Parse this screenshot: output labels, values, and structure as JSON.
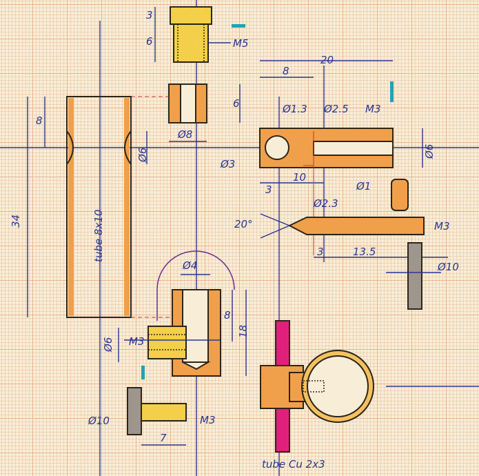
{
  "colors": {
    "paper": "#f8eed8",
    "ink": "#2a3590",
    "orange": "#f0a04a",
    "yellow": "#f4d04a",
    "magenta": "#e0207a",
    "teal": "#1fa3b5",
    "gray": "#9e958c",
    "red": "#d03030"
  },
  "labels": {
    "bolt_head": "3",
    "bolt_shank": "6",
    "bolt_thread": "M5",
    "nut_height": "6",
    "nut_dia": "Ø8",
    "tube_length": "34",
    "tube_notch": "8",
    "tube_inner": "Ø6",
    "tube_name": "tube 8x10",
    "block_length": "20",
    "block_part": "8",
    "hole_1_3": "Ø1.3",
    "hole_2_5": "Ø2.5",
    "block_thread": "M3",
    "block_dia": "Ø6",
    "hole_3": "Ø3",
    "block_3": "3",
    "block_10": "10",
    "hole_1": "Ø1",
    "pin_angle": "20°",
    "pin_dia": "Ø2.3",
    "pin_thread": "M3",
    "pin_3": "3",
    "pin_13_5": "13.5",
    "rod_dia": "Ø10",
    "l_hole": "Ø4",
    "l_8": "8",
    "l_18": "18",
    "l_dia": "Ø6",
    "l_thread": "M3",
    "screw_dia": "Ø10",
    "screw_thread": "M3",
    "screw_len": "7",
    "clamp_tube": "tube Cu 2x3"
  }
}
